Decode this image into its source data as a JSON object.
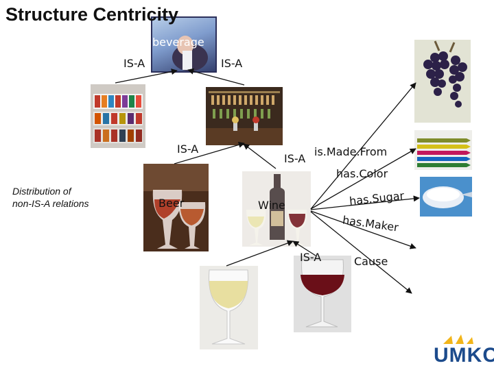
{
  "title": "Structure Centricity",
  "note_lines": [
    "Distribution of",
    "non-IS-A relations"
  ],
  "nodes": {
    "beverage": "beverage",
    "beer": "Beer",
    "wine": "Wine"
  },
  "edges": {
    "isa_left": "IS-A",
    "isa_right": "IS-A",
    "isa_beer": "IS-A",
    "isa_wine": "IS-A",
    "isa_bottom": "IS-A"
  },
  "relations": {
    "is_made_from": "is.Made.From",
    "has_color": "has.Color",
    "has_sugar": "has.Sugar",
    "has_maker": "has.Maker",
    "cause": "Cause"
  },
  "logo": "UMKC",
  "colors": {
    "logo_blue": "#1c4b8c",
    "logo_gold": "#f2b51a"
  }
}
